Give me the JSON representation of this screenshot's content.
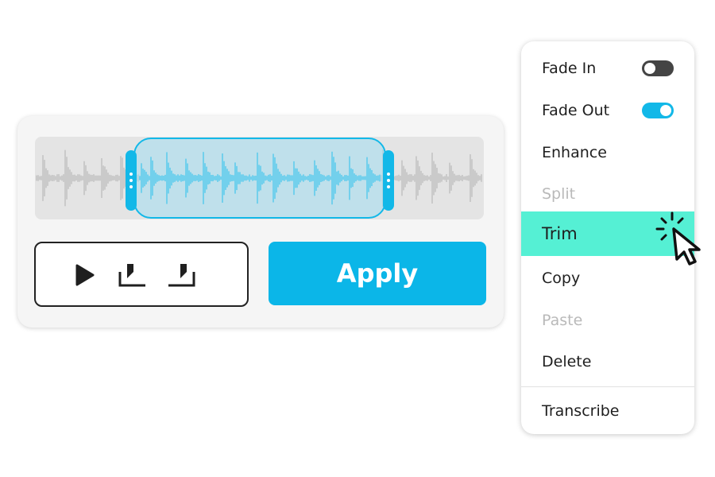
{
  "editor": {
    "controls": {
      "play": "play-icon",
      "mark_in": "mark-in-icon",
      "mark_out": "mark-out-icon"
    },
    "apply_label": "Apply",
    "colors": {
      "accent": "#0bb6e8",
      "waveform_inactive": "#c4c4c4",
      "waveform_active": "#12b8e8",
      "selection_fill": "#b5e4f3"
    }
  },
  "menu": {
    "items": [
      {
        "label": "Fade In",
        "toggle": "off",
        "disabled": false
      },
      {
        "label": "Fade Out",
        "toggle": "on",
        "disabled": false
      },
      {
        "label": "Enhance",
        "disabled": false
      },
      {
        "label": "Split",
        "disabled": true
      },
      {
        "label": "Trim",
        "disabled": false,
        "highlighted": true
      },
      {
        "label": "Copy",
        "disabled": false
      },
      {
        "label": "Paste",
        "disabled": true
      },
      {
        "label": "Delete",
        "disabled": false
      },
      {
        "label": "Transcribe",
        "disabled": false
      }
    ],
    "colors": {
      "highlight": "#55f0d4",
      "disabled_text": "#b9b9b9",
      "toggle_on": "#12b8e8",
      "toggle_off": "#444444"
    }
  },
  "cursor": "pointer-click-icon"
}
